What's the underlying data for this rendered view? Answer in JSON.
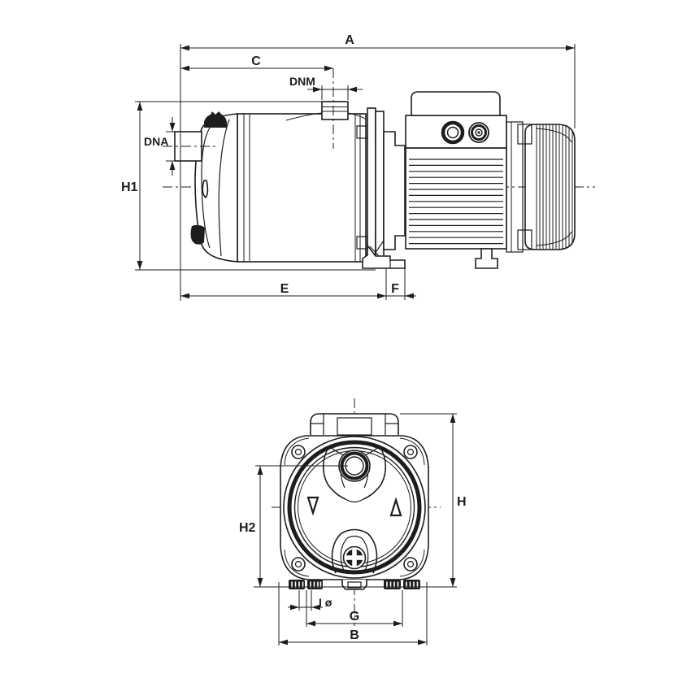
{
  "figure": {
    "background": "#ffffff",
    "line_color": "#1d1d1d",
    "views": {
      "side": {
        "labels": {
          "a": "A",
          "c": "C",
          "dnm": "DNM",
          "dna": "DNA",
          "h1": "H1",
          "e": "E",
          "f": "F"
        }
      },
      "front": {
        "labels": {
          "h": "H",
          "h2": "H2",
          "i_diameter": "I ø",
          "g": "G",
          "b": "B"
        },
        "marks": {
          "left_triangle": "▽",
          "right_triangle": "△"
        }
      }
    }
  }
}
